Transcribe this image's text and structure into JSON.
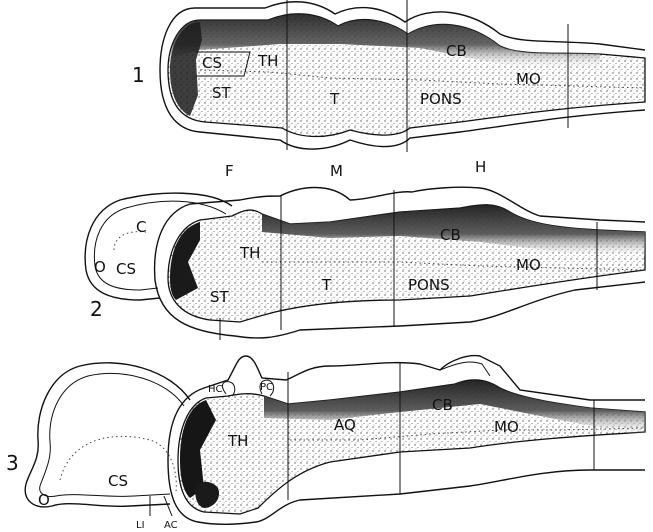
{
  "diagram": {
    "colors": {
      "ink": "#111111",
      "shade": "#2a2a2a",
      "paper": "#ffffff"
    },
    "region_labels": [
      "F",
      "M",
      "H"
    ],
    "stages": [
      {
        "number": "1",
        "labels": {
          "cs": "CS",
          "th": "TH",
          "st": "ST",
          "t": "T",
          "pons": "PONS",
          "cb": "CB",
          "mo": "MO"
        }
      },
      {
        "number": "2",
        "labels": {
          "c": "C",
          "o": "O",
          "cs": "CS",
          "th": "TH",
          "st": "ST",
          "t": "T",
          "pons": "PONS",
          "cb": "CB",
          "mo": "MO"
        }
      },
      {
        "number": "3",
        "labels": {
          "cs": "CS",
          "o": "O",
          "li": "LI",
          "ac": "AC",
          "hc": "HC",
          "pc": "PC",
          "th": "TH",
          "aq": "AQ",
          "cb": "CB",
          "mo": "MO"
        }
      }
    ]
  }
}
